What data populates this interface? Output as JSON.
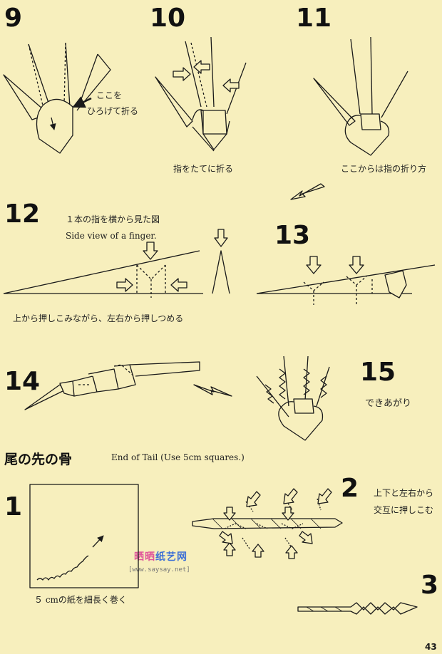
{
  "steps": {
    "s9": "9",
    "s10": "10",
    "s11": "11",
    "s12": "12",
    "s13": "13",
    "s14": "14",
    "s15": "15",
    "t1": "1",
    "t2": "2",
    "t3": "3"
  },
  "labels": {
    "spread_fold_line1": "ここを",
    "spread_fold_line2": "ひろげて折る",
    "stand_fingers": "指をたてに折る",
    "finger_fold_from_here": "ここからは指の折り方",
    "side_view_jp": "１本の指を横から見た図",
    "side_view_en": "Side view of a finger.",
    "push_instruction": "上から押しこみながら、左右から押しつめる",
    "finished": "できあがり",
    "tail_title": "尾の先の骨",
    "tail_subtitle": "End of Tail (Use 5cm squares.)",
    "tail_alternate_line1": "上下と左右から",
    "tail_alternate_line2": "交互に押しこむ",
    "roll_paper": "５ cmの紙を細長く巻く"
  },
  "watermark": {
    "brand": "晒晒纸艺网",
    "url": "[www.saysay.net]"
  },
  "page_number": "43",
  "colors": {
    "background": "#f7efbd",
    "ink": "#1a1a1a",
    "watermark_pink": "#e0559a",
    "watermark_blue": "#3d6fd6"
  }
}
